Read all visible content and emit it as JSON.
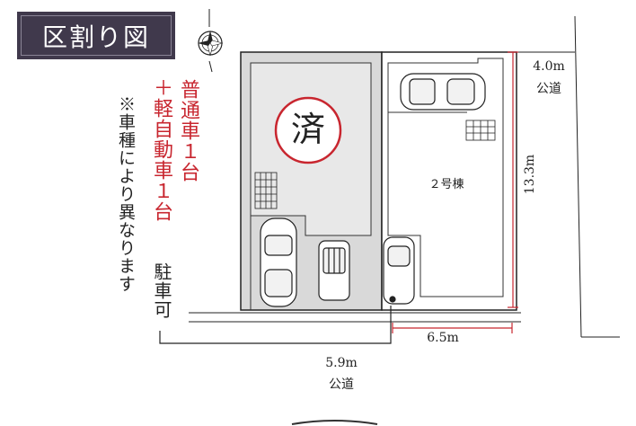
{
  "title": "区割り図",
  "sold_stamp": "済",
  "parking_note": {
    "line1": "普通車１台",
    "line2": "＋軽自動車１台",
    "line3_suffix": "駐車可",
    "note": "※車種により異なります"
  },
  "lot_label": "２号棟",
  "road_north": {
    "width": "4.0m",
    "type": "公道"
  },
  "road_south": {
    "width": "5.9m",
    "type": "公道"
  },
  "dim_depth": "13.3m",
  "dim_frontage": "6.5m",
  "colors": {
    "red": "#c8262f",
    "badge": "#40394c",
    "sold_lot": "#dcdcdc"
  }
}
